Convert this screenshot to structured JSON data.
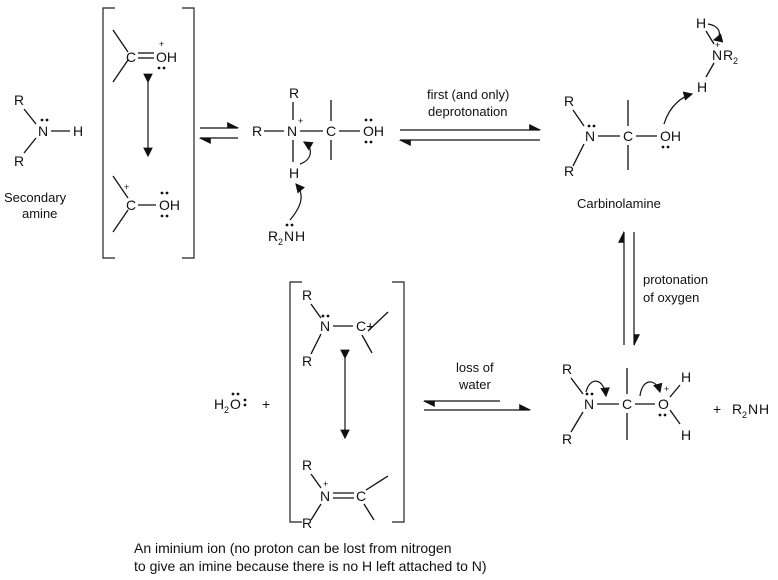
{
  "atoms": {
    "R": "R",
    "N": "N",
    "H": "H",
    "C": "C",
    "O": "O",
    "OH": "OH",
    "R2": "R",
    "sub2": "2",
    "plus": "+",
    "Cplus": "C+",
    "H2O_H": "H",
    "H2O_O": "O"
  },
  "labels": {
    "secondary_amine_line1": "Secondary",
    "secondary_amine_line2": "amine",
    "deprotonation_line1": "first (and only)",
    "deprotonation_line2": "deprotonation",
    "carbinolamine": "Carbinolamine",
    "protonation_line1": "protonation",
    "protonation_line2": "of oxygen",
    "loss_line1": "loss of",
    "loss_line2": "water",
    "plus_sign": "+"
  },
  "caption": {
    "line1": "An iminium ion (no proton can be lost from nitrogen",
    "line2": "to give an imine because there is no H left attached to N)"
  }
}
